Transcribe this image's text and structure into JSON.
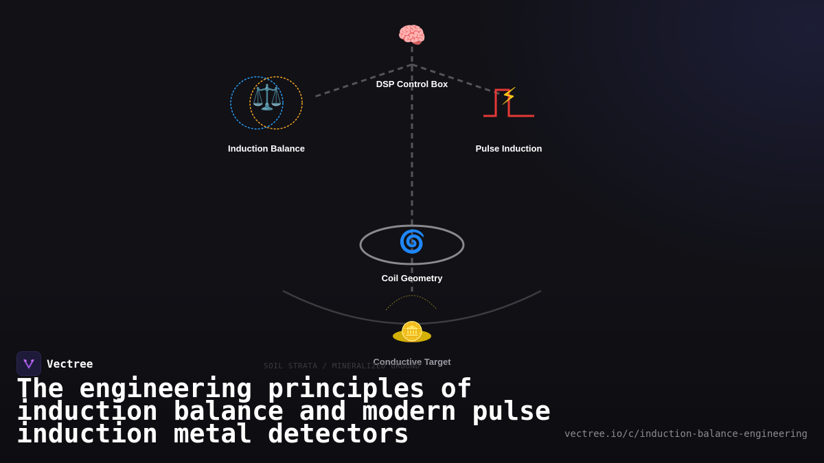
{
  "diagram": {
    "nodes": {
      "dsp": {
        "label": "DSP Control Box",
        "icon": "brain-icon",
        "glyph": "🧠"
      },
      "induction_balance": {
        "label": "Induction Balance",
        "icon": "scales-icon",
        "glyph": "⚖️"
      },
      "pulse_induction": {
        "label": "Pulse Induction",
        "icon": "lightning-icon",
        "glyph": "⚡"
      },
      "coil": {
        "label": "Coil Geometry",
        "icon": "spiral-icon",
        "glyph": "🌀"
      },
      "target": {
        "label": "Conductive Target",
        "icon": "coin-icon",
        "glyph": "🪙"
      }
    },
    "strata_label": "SOIL STRATA / MINERALIZED GROUND",
    "colors": {
      "ib_ring_1": "#2a9df4",
      "ib_ring_2": "#f5a623",
      "pulse_wave": "#e53935",
      "connector": "#555558",
      "coil_ring": "#8a8a8e",
      "target_disc": "#d4b106"
    }
  },
  "brand": {
    "name": "Vectree",
    "logo_icon": "vectree-logo-icon"
  },
  "headline": "The engineering principles of induction balance and modern pulse induction metal detectors",
  "url": "vectree.io/c/induction-balance-engineering"
}
